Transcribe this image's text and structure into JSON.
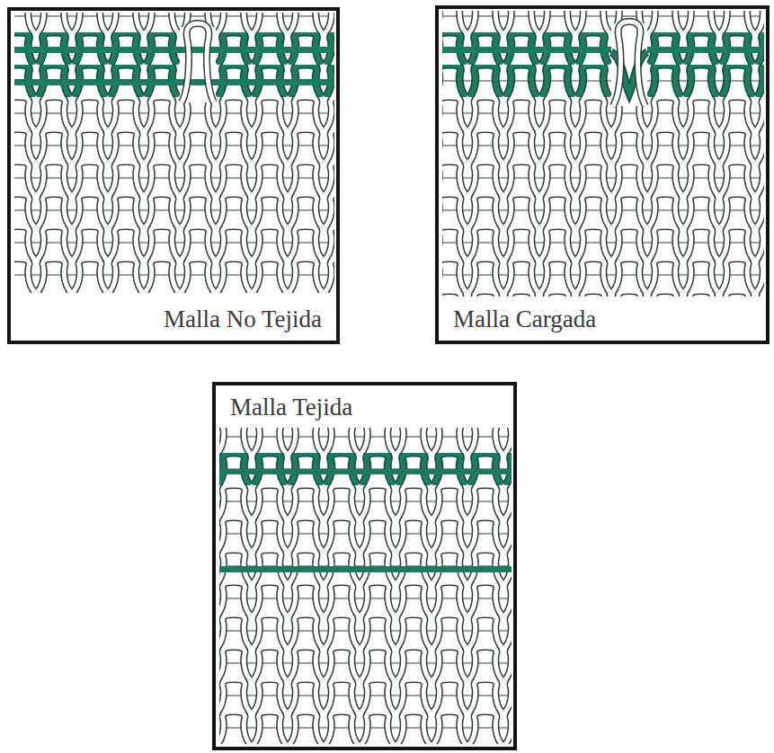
{
  "diagram": {
    "nodes": [
      {
        "text": [
          "Malla No Tejida"
        ]
      },
      {
        "text": [
          "Malla Cargada"
        ]
      },
      {
        "text": [
          "Malla Tejida"
        ]
      }
    ]
  }
}
